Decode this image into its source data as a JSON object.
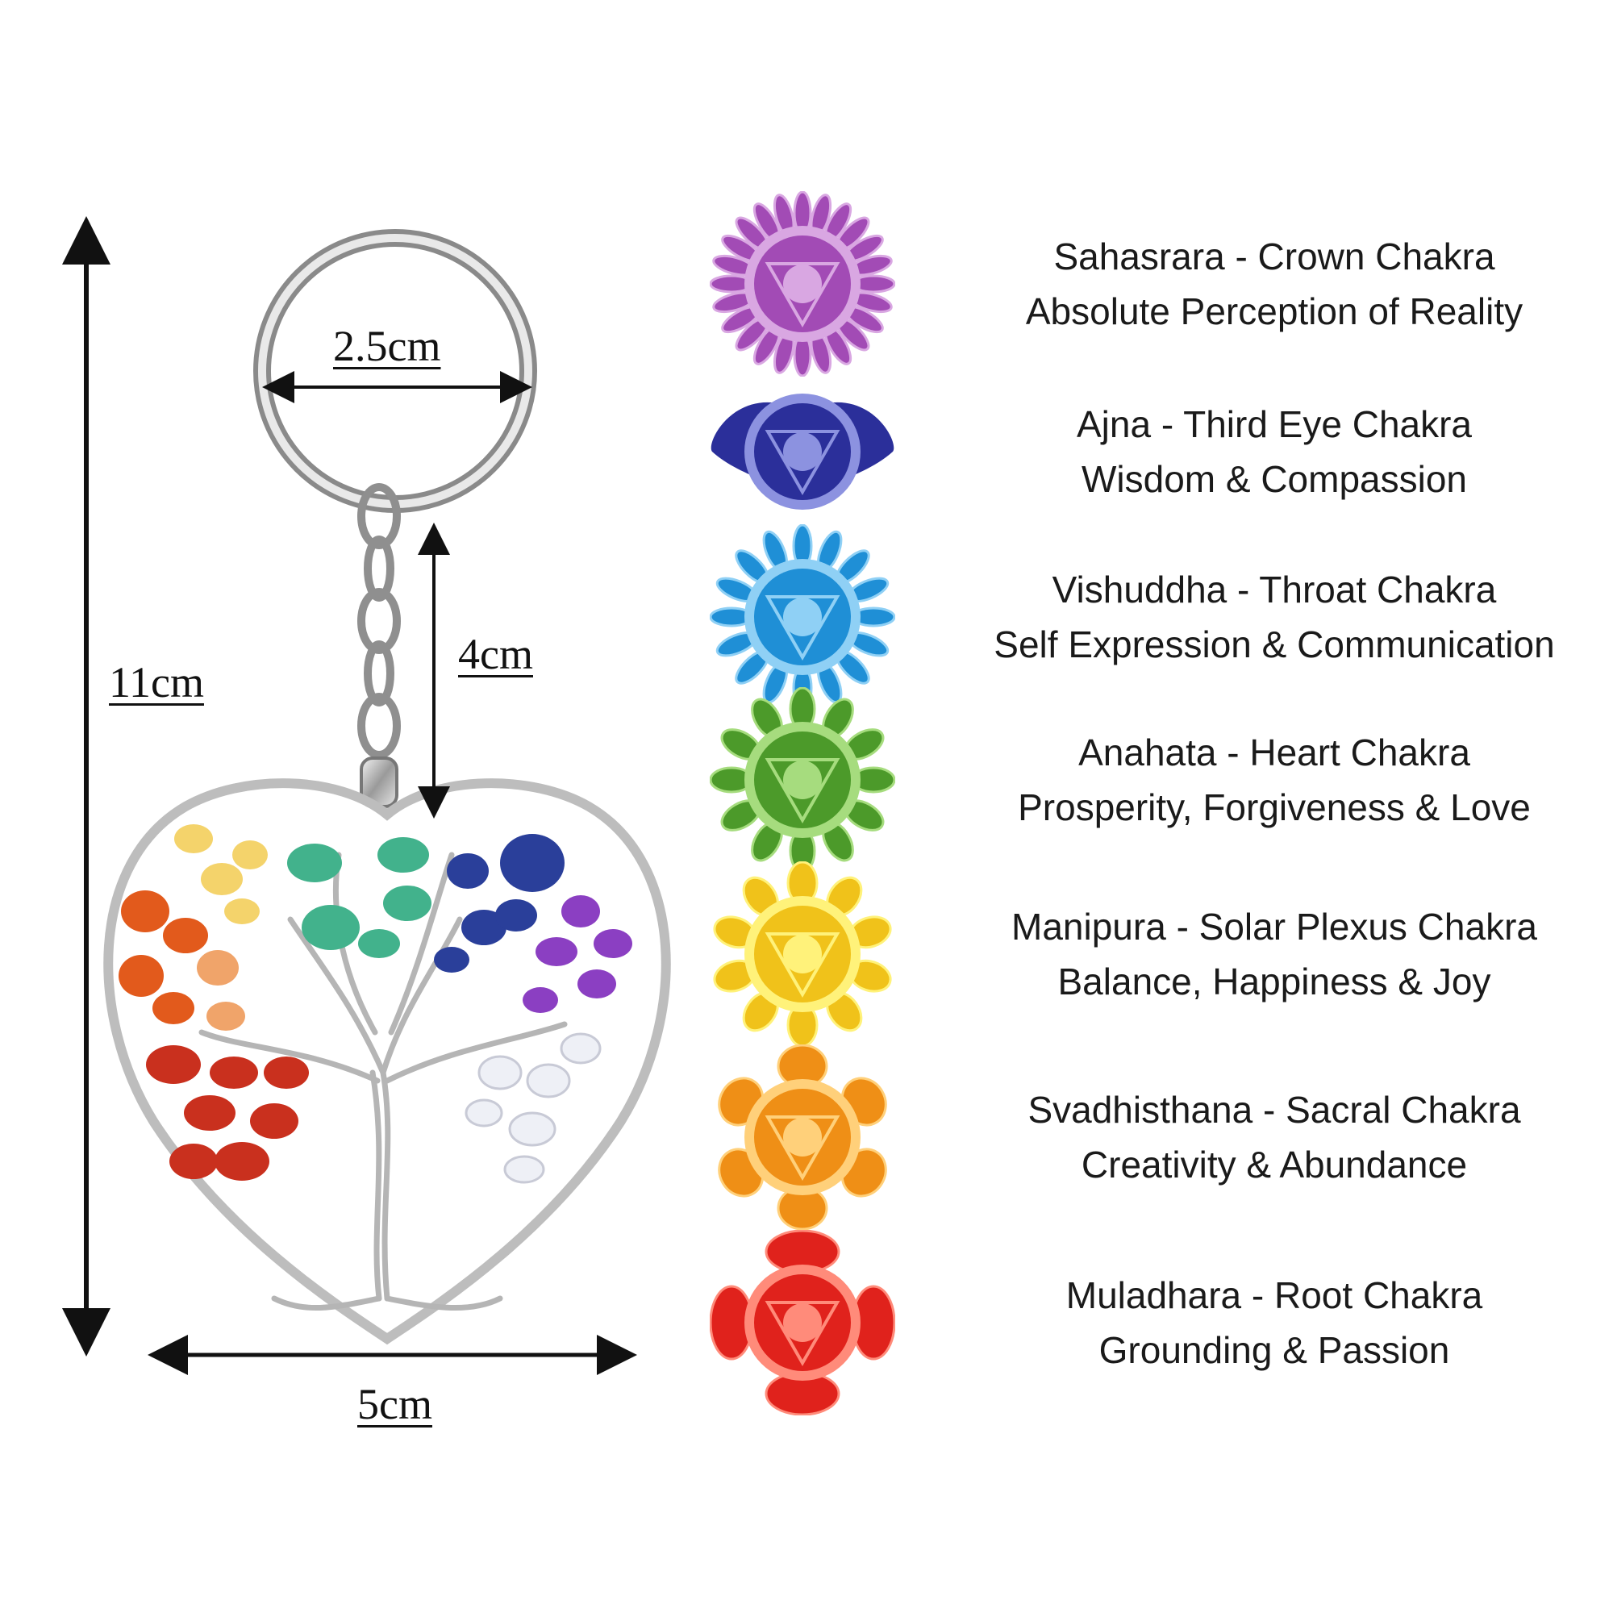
{
  "dimensions": {
    "ring": "2.5cm",
    "chain": "4cm",
    "height": "11cm",
    "width": "5cm"
  },
  "chakras": [
    {
      "name": "Sahasrara - Crown Chakra",
      "desc": "Absolute Perception of Reality",
      "color": "#a24bb5",
      "light": "#d9a7e2",
      "icon": "crown-chakra-icon"
    },
    {
      "name": "Ajna - Third Eye Chakra",
      "desc": "Wisdom & Compassion",
      "color": "#2b2f9a",
      "light": "#8c92e0",
      "icon": "third-eye-chakra-icon"
    },
    {
      "name": "Vishuddha - Throat Chakra",
      "desc": "Self Expression & Communication",
      "color": "#1f8fd6",
      "light": "#8fd0f5",
      "icon": "throat-chakra-icon"
    },
    {
      "name": "Anahata - Heart Chakra",
      "desc": "Prosperity, Forgiveness & Love",
      "color": "#4c9a2a",
      "light": "#a6dc7e",
      "icon": "heart-chakra-icon"
    },
    {
      "name": "Manipura - Solar Plexus Chakra",
      "desc": "Balance, Happiness & Joy",
      "color": "#f0c21a",
      "light": "#fff27a",
      "icon": "solar-plexus-chakra-icon"
    },
    {
      "name": "Svadhisthana - Sacral Chakra",
      "desc": "Creativity & Abundance",
      "color": "#ef8f16",
      "light": "#ffd07a",
      "icon": "sacral-chakra-icon"
    },
    {
      "name": "Muladhara - Root Chakra",
      "desc": "Grounding & Passion",
      "color": "#e0221c",
      "light": "#ff8b7a",
      "icon": "root-chakra-icon"
    }
  ]
}
